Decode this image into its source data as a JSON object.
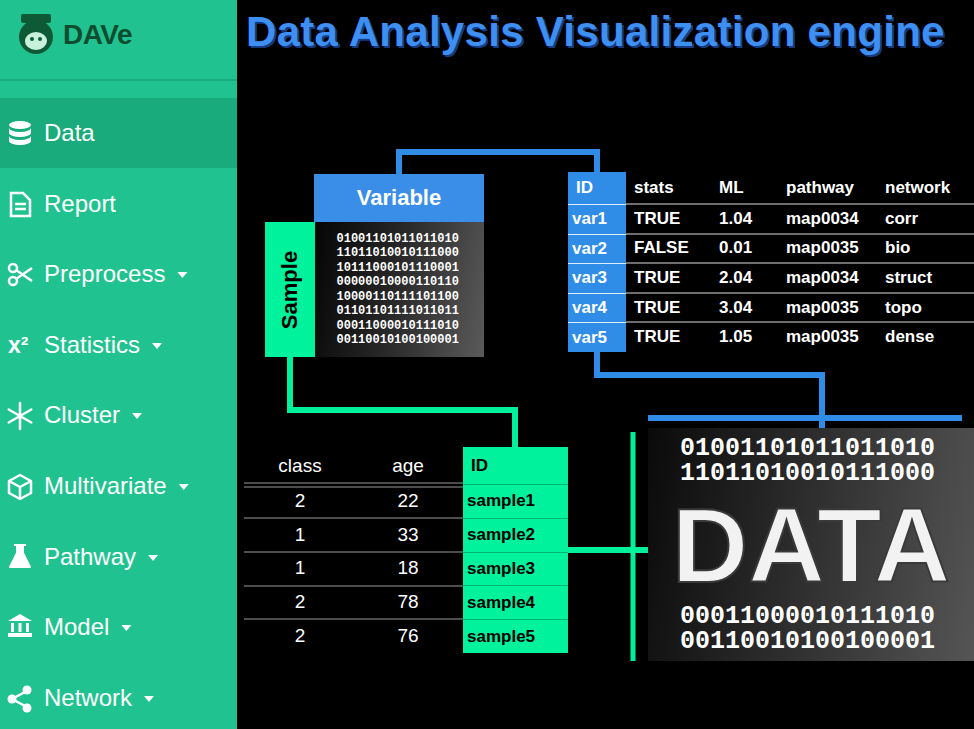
{
  "diagram": {
    "title": "Data Analysis Visualization engine",
    "nodes": [
      {
        "text": [
          "DAVe"
        ]
      },
      {
        "text": [
          "Data"
        ],
        "in": 0
      },
      {
        "text": [
          "Report"
        ],
        "in": 0
      },
      {
        "text": [
          "Preprocess"
        ],
        "in": 0
      },
      {
        "text": [
          "x²",
          "Statistics"
        ],
        "in": 0
      },
      {
        "text": [
          "Cluster"
        ],
        "in": 0
      },
      {
        "text": [
          "Multivariate"
        ],
        "in": 0
      },
      {
        "text": [
          "Pathway"
        ],
        "in": 0
      },
      {
        "text": [
          "Model"
        ],
        "in": 0
      },
      {
        "text": [
          "Network"
        ],
        "in": 0
      },
      {
        "text": [
          "Variable"
        ]
      },
      {
        "text": [
          "Sample"
        ]
      },
      {
        "text": [
          "01001101011011010 11011010010111000 10111000101110001 00000010000110110 10000110111101100 01101101111011011 00011000010111010 00110010100100001"
        ]
      },
      {
        "text": [
          "ID",
          "var1",
          "var2",
          "var3",
          "var4",
          "var5"
        ]
      },
      {
        "text": [
          "ID",
          "sample1",
          "sample2",
          "sample3",
          "sample4",
          "sample5"
        ]
      },
      {
        "text": [
          "01001101011011010 11011010010111000",
          "DATA",
          "00011000010111010 00110010100100001"
        ]
      }
    ],
    "edges": [
      {
        "from": 10,
        "to": 13,
        "arrow": "none"
      },
      {
        "from": 13,
        "to": 15,
        "arrow": "none"
      },
      {
        "from": 11,
        "to": 14,
        "arrow": "none"
      },
      {
        "from": 14,
        "to": 15,
        "arrow": "none"
      }
    ],
    "labels": [
      "stats",
      "ML",
      "pathway",
      "network",
      "TRUE",
      "1.04",
      "map0034",
      "corr",
      "FALSE",
      "0.01",
      "map0035",
      "bio",
      "TRUE",
      "2.04",
      "map0034",
      "struct",
      "TRUE",
      "3.04",
      "map0035",
      "topo",
      "TRUE",
      "1.05",
      "map0035",
      "dense",
      "class",
      "age",
      "2",
      "22",
      "1",
      "33",
      "1",
      "18",
      "2",
      "78",
      "2",
      "76"
    ]
  }
}
